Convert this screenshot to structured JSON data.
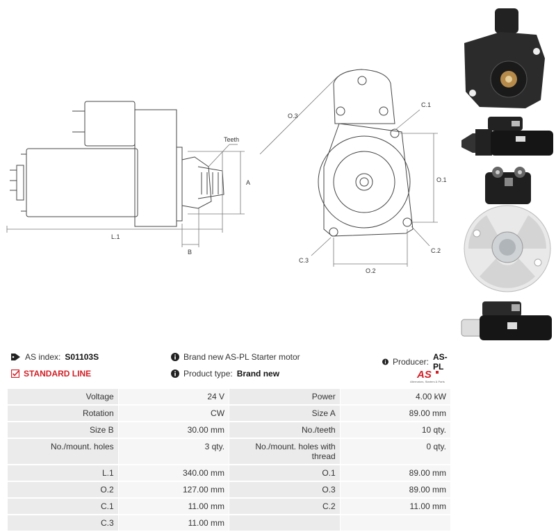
{
  "drawing": {
    "labels": {
      "teeth": "Teeth",
      "a": "A",
      "b": "B",
      "l1": "L.1",
      "o1": "O.1",
      "o2": "O.2",
      "o3": "O.3",
      "c1": "C.1",
      "c2": "C.2",
      "c3": "C.3"
    }
  },
  "info": {
    "as_index_label": "AS index:",
    "as_index_value": "S01103S",
    "description": "Brand new AS-PL Starter motor",
    "producer_label": "Producer:",
    "producer_value": "AS-PL",
    "standard_line": "STANDARD LINE",
    "product_type_label": "Product type:",
    "product_type_value": "Brand new",
    "logo_text": "AS",
    "logo_tagline": "Alternators, Starters & Parts"
  },
  "specs": [
    [
      "Voltage",
      "24 V",
      "Power",
      "4.00 kW"
    ],
    [
      "Rotation",
      "CW",
      "Size A",
      "89.00 mm"
    ],
    [
      "Size B",
      "30.00 mm",
      "No./teeth",
      "10 qty."
    ],
    [
      "No./mount. holes",
      "3 qty.",
      "No./mount. holes with thread",
      "0 qty."
    ],
    [
      "L.1",
      "340.00 mm",
      "O.1",
      "89.00 mm"
    ],
    [
      "O.2",
      "127.00 mm",
      "O.3",
      "89.00 mm"
    ],
    [
      "C.1",
      "11.00 mm",
      "C.2",
      "11.00 mm"
    ],
    [
      "C.3",
      "11.00 mm",
      "",
      ""
    ]
  ],
  "colors": {
    "accent_red": "#d21f26",
    "label_bg": "#ebebeb",
    "value_bg": "#f6f6f6"
  }
}
